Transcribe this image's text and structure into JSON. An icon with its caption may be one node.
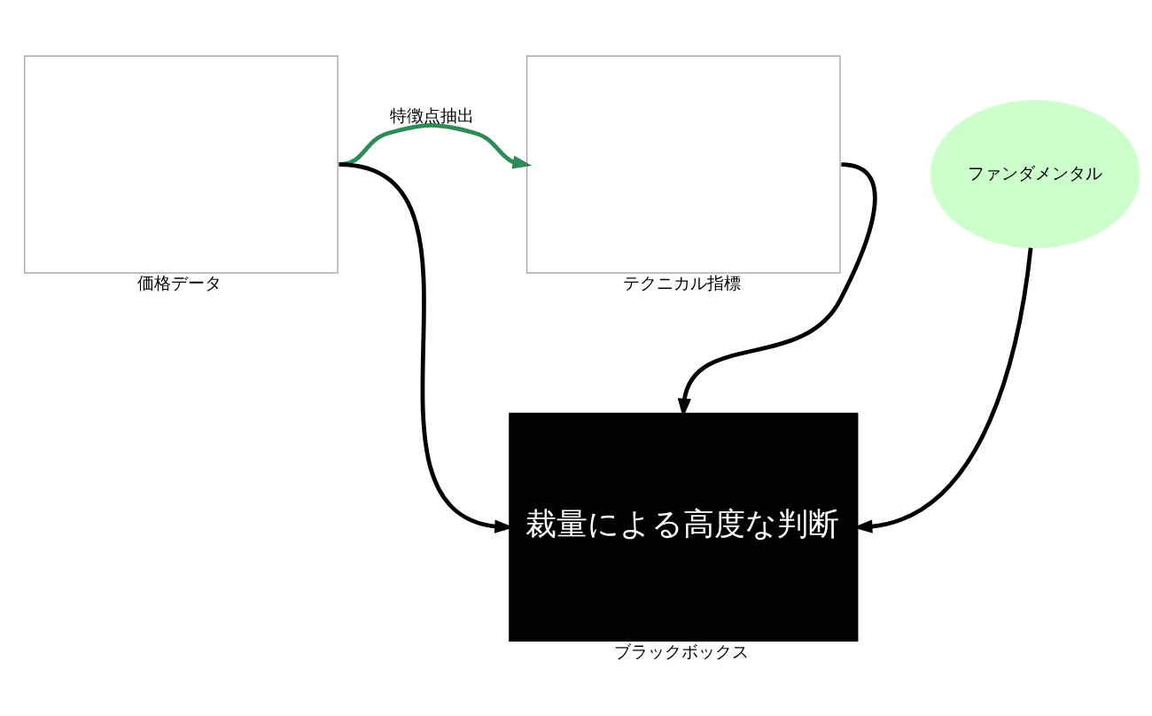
{
  "diagram": {
    "nodes": [
      {
        "text": [],
        "shape": "box",
        "beside": [
          "価格データ"
        ]
      },
      {
        "text": [],
        "shape": "box",
        "beside": [
          "テクニカル指標"
        ]
      },
      {
        "text": [
          "ファンダメンタル"
        ]
      },
      {
        "text": [
          "裁量による高度な判断"
        ],
        "beside": [
          "ブラックボックス"
        ]
      }
    ],
    "edges": [
      {
        "from": 0,
        "to": 1,
        "arrow": "to",
        "label": "特徴点抽出",
        "color": "#2e8b57"
      },
      {
        "from": 0,
        "to": 3,
        "arrow": "to"
      },
      {
        "from": 1,
        "to": 3,
        "arrow": "to"
      },
      {
        "from": 2,
        "to": 3,
        "arrow": "to"
      }
    ]
  }
}
